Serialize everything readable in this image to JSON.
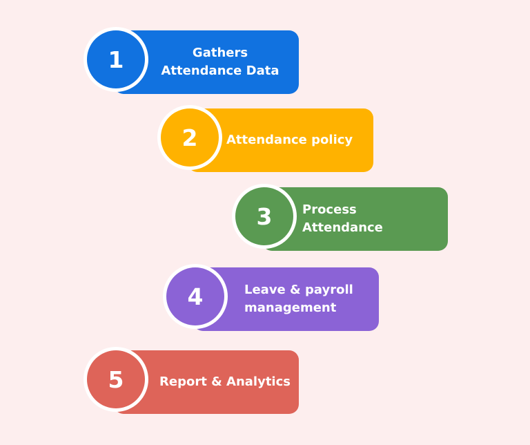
{
  "steps": [
    {
      "number": "1",
      "label": "Gathers Attendance Data",
      "color": "#1172e0"
    },
    {
      "number": "2",
      "label": "Attendance policy",
      "color": "#ffb200"
    },
    {
      "number": "3",
      "label": "Process Attendance",
      "color": "#5a9a52"
    },
    {
      "number": "4",
      "label": "Leave & payroll management",
      "color": "#8b63d6"
    },
    {
      "number": "5",
      "label": "Report & Analytics",
      "color": "#de6459"
    }
  ]
}
